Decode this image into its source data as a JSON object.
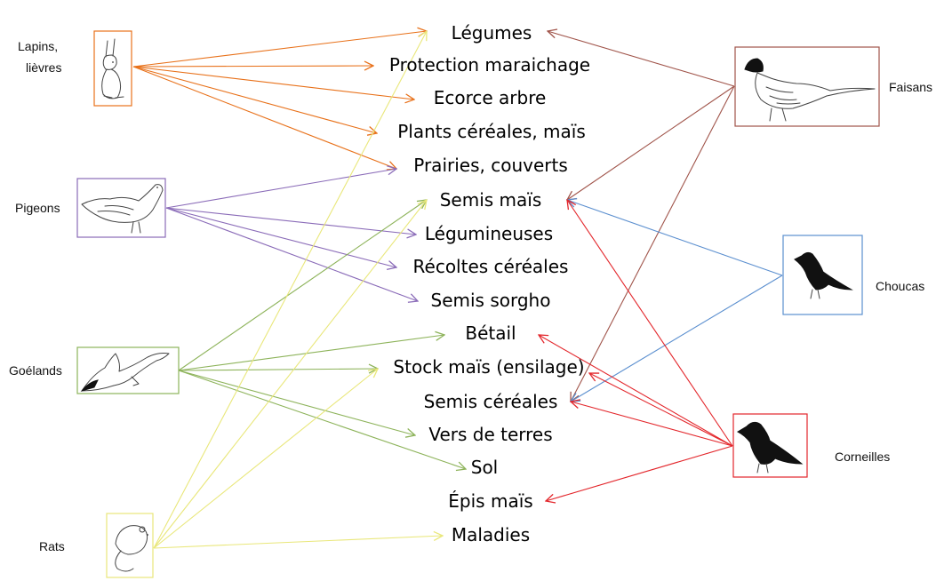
{
  "targets": [
    {
      "id": "legumes",
      "label": "Légumes"
    },
    {
      "id": "protection",
      "label": "Protection maraichage"
    },
    {
      "id": "ecorce",
      "label": "Ecorce arbre"
    },
    {
      "id": "plants",
      "label": "Plants céréales, maïs"
    },
    {
      "id": "prairies",
      "label": "Prairies, couverts"
    },
    {
      "id": "semis_mais",
      "label": "Semis maïs"
    },
    {
      "id": "legumineuses",
      "label": "Légumineuses"
    },
    {
      "id": "recoltes",
      "label": "Récoltes céréales"
    },
    {
      "id": "sorgho",
      "label": "Semis sorgho"
    },
    {
      "id": "betail",
      "label": "Bétail"
    },
    {
      "id": "stock",
      "label": "Stock maïs (ensilage)"
    },
    {
      "id": "semis_cereales",
      "label": "Semis céréales"
    },
    {
      "id": "vers",
      "label": "Vers de terres"
    },
    {
      "id": "sol",
      "label": "Sol"
    },
    {
      "id": "epis",
      "label": "Épis maïs"
    },
    {
      "id": "maladies",
      "label": "Maladies"
    }
  ],
  "animals": [
    {
      "id": "lapins",
      "label_lines": [
        "Lapins,",
        "lièvres"
      ],
      "icon": "rabbit-icon",
      "color": "#E8711A"
    },
    {
      "id": "pigeons",
      "label_lines": [
        "Pigeons"
      ],
      "icon": "pigeon-icon",
      "color": "#8A6BB8"
    },
    {
      "id": "goelands",
      "label_lines": [
        "Goélands"
      ],
      "icon": "seagull-icon",
      "color": "#8DB35A"
    },
    {
      "id": "rats",
      "label_lines": [
        "Rats"
      ],
      "icon": "rat-icon",
      "color": "#E9E77A"
    },
    {
      "id": "faisans",
      "label_lines": [
        "Faisans"
      ],
      "icon": "pheasant-icon",
      "color": "#A0544A"
    },
    {
      "id": "choucas",
      "label_lines": [
        "Choucas"
      ],
      "icon": "jackdaw-icon",
      "color": "#5B8FCF"
    },
    {
      "id": "corneilles",
      "label_lines": [
        "Corneilles"
      ],
      "icon": "crow-icon",
      "color": "#E3262B"
    }
  ],
  "links": [
    {
      "from": "lapins",
      "to": "legumes"
    },
    {
      "from": "lapins",
      "to": "protection"
    },
    {
      "from": "lapins",
      "to": "ecorce"
    },
    {
      "from": "lapins",
      "to": "plants"
    },
    {
      "from": "lapins",
      "to": "prairies"
    },
    {
      "from": "pigeons",
      "to": "prairies"
    },
    {
      "from": "pigeons",
      "to": "legumineuses"
    },
    {
      "from": "pigeons",
      "to": "recoltes"
    },
    {
      "from": "pigeons",
      "to": "sorgho"
    },
    {
      "from": "goelands",
      "to": "semis_mais"
    },
    {
      "from": "goelands",
      "to": "betail"
    },
    {
      "from": "goelands",
      "to": "stock"
    },
    {
      "from": "goelands",
      "to": "vers"
    },
    {
      "from": "goelands",
      "to": "sol"
    },
    {
      "from": "rats",
      "to": "legumes"
    },
    {
      "from": "rats",
      "to": "semis_mais"
    },
    {
      "from": "rats",
      "to": "stock"
    },
    {
      "from": "rats",
      "to": "maladies"
    },
    {
      "from": "faisans",
      "to": "legumes"
    },
    {
      "from": "faisans",
      "to": "semis_mais"
    },
    {
      "from": "faisans",
      "to": "semis_cereales"
    },
    {
      "from": "choucas",
      "to": "semis_mais"
    },
    {
      "from": "choucas",
      "to": "semis_cereales"
    },
    {
      "from": "corneilles",
      "to": "semis_mais"
    },
    {
      "from": "corneilles",
      "to": "betail"
    },
    {
      "from": "corneilles",
      "to": "stock"
    },
    {
      "from": "corneilles",
      "to": "semis_cereales"
    },
    {
      "from": "corneilles",
      "to": "epis"
    }
  ]
}
